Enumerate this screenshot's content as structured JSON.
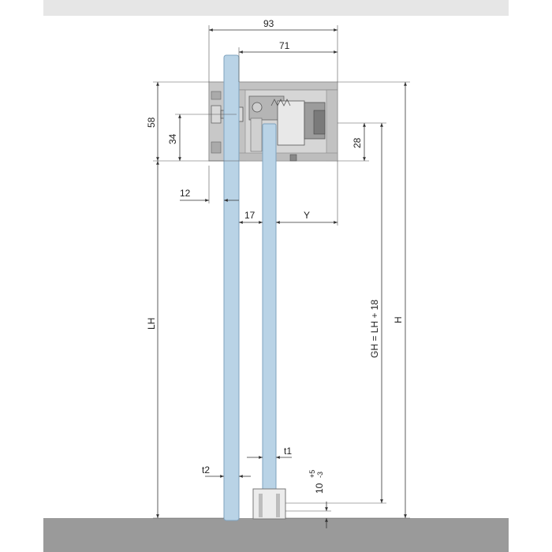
{
  "dimensions": {
    "d93": "93",
    "d71": "71",
    "d58": "58",
    "d34": "34",
    "d28": "28",
    "d12": "12",
    "d17": "17",
    "dY": "Y",
    "dLH": "LH",
    "dGH": "GH = LH + 18",
    "dH": "H",
    "dt1": "t1",
    "dt2": "t2",
    "d10": "10",
    "d10_plus": "+5",
    "d10_minus": "-3"
  },
  "colors": {
    "glass": "#b9d3e6",
    "glass_edge": "#7fa3bf",
    "profile": "#cfcfcf",
    "profile_dark": "#8a8a8a",
    "floor": "#9a9a9a",
    "band": "#e6e6e6"
  }
}
